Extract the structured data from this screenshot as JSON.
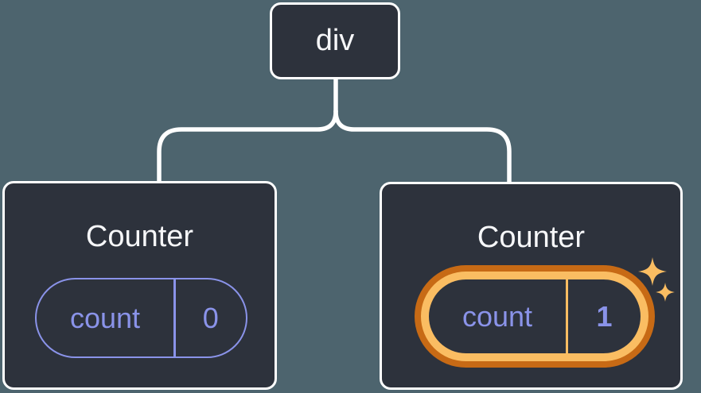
{
  "diagram": {
    "root": {
      "label": "div"
    },
    "children": [
      {
        "title": "Counter",
        "state": {
          "name": "count",
          "value": "0"
        },
        "highlighted": false
      },
      {
        "title": "Counter",
        "state": {
          "name": "count",
          "value": "1"
        },
        "highlighted": true
      }
    ]
  },
  "colors": {
    "background": "#4d646e",
    "card_background": "#2d323c",
    "card_border": "#ffffff",
    "connector": "#ffffff",
    "text": "#f6f7f9",
    "state_accent": "#8a93e9",
    "highlight_ring_outer": "#c76a15",
    "highlight_ring_inner": "#fabd62",
    "sparkle": "#fabd62"
  }
}
